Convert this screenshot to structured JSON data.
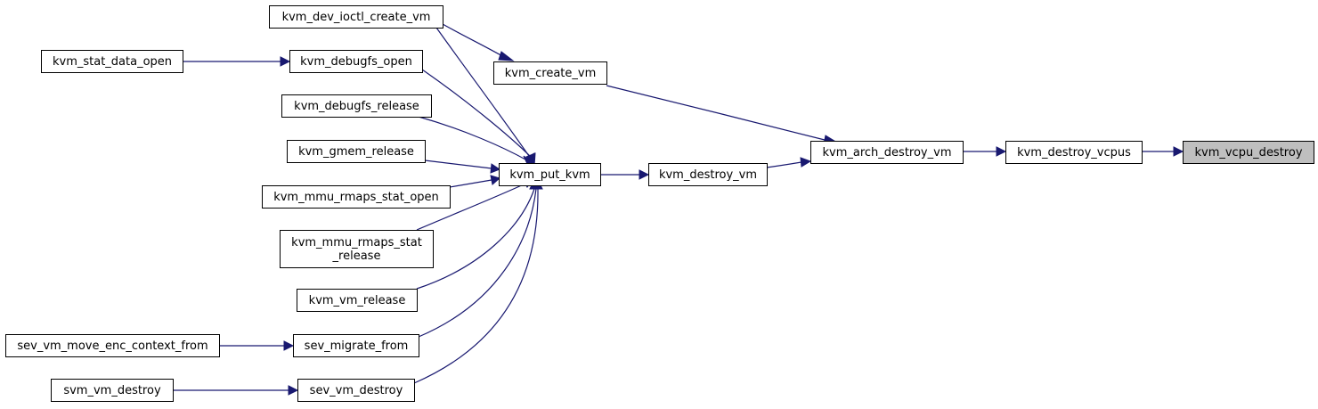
{
  "colors": {
    "edge": "#191970",
    "node_fill": "#ffffff",
    "node_stroke": "#000000",
    "highlight_fill": "#bfbfbf"
  },
  "graph": {
    "nodes": [
      {
        "id": "kvm_vcpu_destroy",
        "lines": [
          "kvm_vcpu_destroy"
        ],
        "highlight": true
      },
      {
        "id": "kvm_destroy_vcpus",
        "lines": [
          "kvm_destroy_vcpus"
        ]
      },
      {
        "id": "kvm_arch_destroy_vm",
        "lines": [
          "kvm_arch_destroy_vm"
        ]
      },
      {
        "id": "kvm_create_vm",
        "lines": [
          "kvm_create_vm"
        ]
      },
      {
        "id": "kvm_destroy_vm",
        "lines": [
          "kvm_destroy_vm"
        ]
      },
      {
        "id": "kvm_dev_ioctl_create_vm",
        "lines": [
          "kvm_dev_ioctl_create_vm"
        ]
      },
      {
        "id": "kvm_put_kvm",
        "lines": [
          "kvm_put_kvm"
        ]
      },
      {
        "id": "kvm_debugfs_open",
        "lines": [
          "kvm_debugfs_open"
        ]
      },
      {
        "id": "kvm_stat_data_open",
        "lines": [
          "kvm_stat_data_open"
        ]
      },
      {
        "id": "kvm_debugfs_release",
        "lines": [
          "kvm_debugfs_release"
        ]
      },
      {
        "id": "kvm_gmem_release",
        "lines": [
          "kvm_gmem_release"
        ]
      },
      {
        "id": "kvm_mmu_rmaps_stat_open",
        "lines": [
          "kvm_mmu_rmaps_stat_open"
        ]
      },
      {
        "id": "kvm_mmu_rmaps_stat_release",
        "lines": [
          "kvm_mmu_rmaps_stat",
          "_release"
        ]
      },
      {
        "id": "kvm_vm_release",
        "lines": [
          "kvm_vm_release"
        ]
      },
      {
        "id": "sev_migrate_from",
        "lines": [
          "sev_migrate_from"
        ]
      },
      {
        "id": "sev_vm_move_enc_context_from",
        "lines": [
          "sev_vm_move_enc_context_from"
        ]
      },
      {
        "id": "sev_vm_destroy",
        "lines": [
          "sev_vm_destroy"
        ]
      },
      {
        "id": "svm_vm_destroy",
        "lines": [
          "svm_vm_destroy"
        ]
      }
    ],
    "edges": [
      {
        "from": "kvm_destroy_vcpus",
        "to": "kvm_vcpu_destroy"
      },
      {
        "from": "kvm_arch_destroy_vm",
        "to": "kvm_destroy_vcpus"
      },
      {
        "from": "kvm_create_vm",
        "to": "kvm_arch_destroy_vm"
      },
      {
        "from": "kvm_destroy_vm",
        "to": "kvm_arch_destroy_vm"
      },
      {
        "from": "kvm_dev_ioctl_create_vm",
        "to": "kvm_create_vm"
      },
      {
        "from": "kvm_put_kvm",
        "to": "kvm_destroy_vm"
      },
      {
        "from": "kvm_dev_ioctl_create_vm",
        "to": "kvm_put_kvm"
      },
      {
        "from": "kvm_stat_data_open",
        "to": "kvm_debugfs_open"
      },
      {
        "from": "kvm_debugfs_open",
        "to": "kvm_put_kvm"
      },
      {
        "from": "kvm_debugfs_release",
        "to": "kvm_put_kvm"
      },
      {
        "from": "kvm_gmem_release",
        "to": "kvm_put_kvm"
      },
      {
        "from": "kvm_mmu_rmaps_stat_open",
        "to": "kvm_put_kvm"
      },
      {
        "from": "kvm_mmu_rmaps_stat_release",
        "to": "kvm_put_kvm"
      },
      {
        "from": "kvm_vm_release",
        "to": "kvm_put_kvm"
      },
      {
        "from": "sev_vm_move_enc_context_from",
        "to": "sev_migrate_from"
      },
      {
        "from": "sev_migrate_from",
        "to": "kvm_put_kvm"
      },
      {
        "from": "svm_vm_destroy",
        "to": "sev_vm_destroy"
      },
      {
        "from": "sev_vm_destroy",
        "to": "kvm_put_kvm"
      }
    ]
  }
}
